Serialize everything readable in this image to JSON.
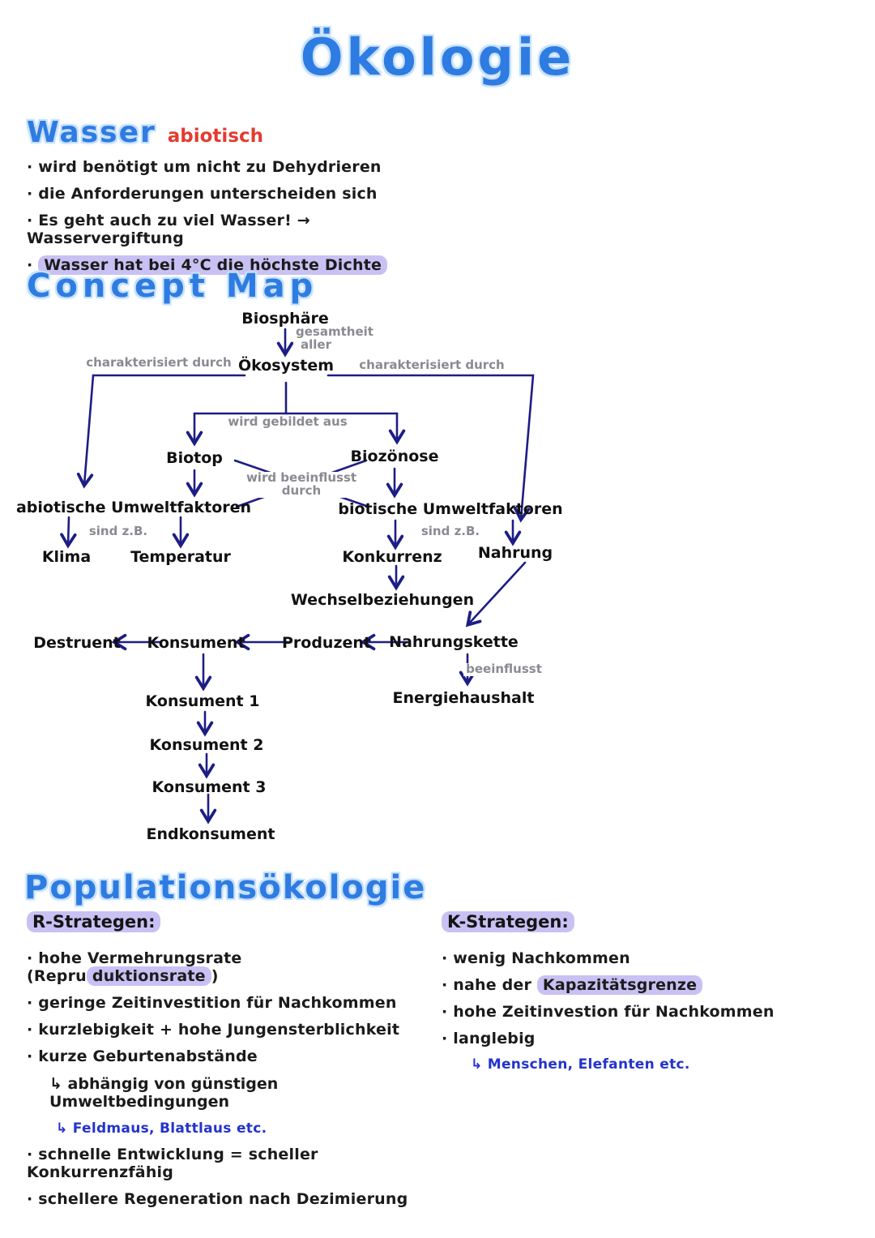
{
  "title": "Ökologie",
  "wasser": {
    "heading": "Wasser",
    "tag": "abiotisch",
    "bullet1": "wird benötigt um nicht zu Dehydrieren",
    "bullet2": "die Anforderungen unterscheiden sich",
    "bullet3": "Es geht auch zu viel Wasser! → Wasservergiftung",
    "bullet4": "Wasser hat bei 4°C die höchste Dichte"
  },
  "concept_map": {
    "heading": "Concept Map",
    "nodes": {
      "biosphaere": "Biosphäre",
      "oekosystem": "Ökosystem",
      "biotop": "Biotop",
      "biozoenose": "Biozönose",
      "abiotische_umweltfaktoren": "abiotische Umweltfaktoren",
      "biotische_umweltfaktoren": "biotische Umweltfaktoren",
      "klima": "Klima",
      "temperatur": "Temperatur",
      "konkurrenz": "Konkurrenz",
      "nahrung": "Nahrung",
      "wechselbeziehungen": "Wechselbeziehungen",
      "destruent": "Destruent",
      "konsument": "Konsument",
      "produzent": "Produzent",
      "nahrungskette": "Nahrungskette",
      "energiehaushalt": "Energiehaushalt",
      "konsument1": "Konsument 1",
      "konsument2": "Konsument 2",
      "konsument3": "Konsument 3",
      "endkonsument": "Endkonsument"
    },
    "edge_labels": {
      "gesamtheit_line1": "gesamtheit",
      "gesamtheit_line2": "aller",
      "charakterisiert_links": "charakterisiert durch",
      "charakterisiert_rechts": "charakterisiert durch",
      "wird_gebildet_aus": "wird gebildet aus",
      "wird_beeinflusst_line1": "wird beeinflusst",
      "wird_beeinflusst_line2": "durch",
      "sind_zb_links": "sind z.B.",
      "sind_zb_rechts": "sind z.B.",
      "beeinflusst": "beeinflusst"
    }
  },
  "population": {
    "heading": "Populationsökologie",
    "r": {
      "title": "R-Strategen:",
      "item1_pre": "hohe Vermehrungsrate (Repru",
      "item1_hl": "duktionsrate",
      "item1_post": ")",
      "item2": "geringe Zeitinvestition für Nachkommen",
      "item3": "kurzlebigkeit + hohe Jungensterblichkeit",
      "item4": "kurze Geburtenabstände",
      "sub1": "↳ abhängig von günstigen Umweltbedingungen",
      "sub2": "↳ Feldmaus, Blattlaus etc.",
      "item5": "schnelle Entwicklung = scheller Konkurrenzfähig",
      "item6": "schellere Regeneration nach Dezimierung"
    },
    "k": {
      "title": "K-Strategen:",
      "item1": "wenig Nachkommen",
      "item2_pre": "nahe der ",
      "item2_hl": "Kapazitätsgrenze",
      "item3": "hohe Zeitinvestion für Nachkommen",
      "item4": "langlebig",
      "sub1": "↳ Menschen, Elefanten etc."
    }
  },
  "colors": {
    "heading_blue": "#2e7ce2",
    "heading_halo": "#bedcf9",
    "red_accent": "#e23c30",
    "ink_navy": "#1d1d85",
    "gray_label": "#8a8a92",
    "highlight_lavender": "#c9c1f3",
    "note_blue": "#2433cc"
  }
}
